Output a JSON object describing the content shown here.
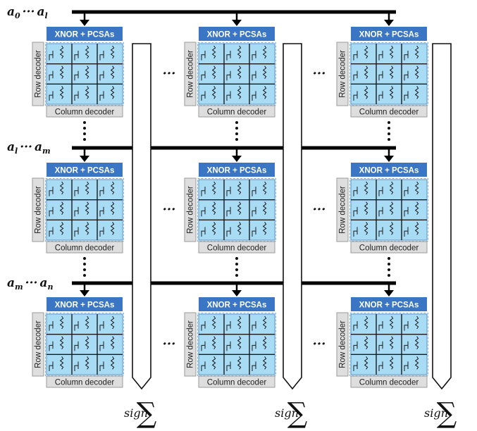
{
  "block": {
    "top_label": "XNOR + PCSAs",
    "row_label": "Row decoder",
    "col_label": "Column decoder"
  },
  "inputs": [
    {
      "a": "a",
      "as": "0",
      "b": "a",
      "bs": "l"
    },
    {
      "a": "a",
      "as": "l",
      "b": "a",
      "bs": "m"
    },
    {
      "a": "a",
      "as": "m",
      "b": "a",
      "bs": "n"
    }
  ],
  "output": {
    "sign": "sign",
    "sum": "∑"
  },
  "ellipsis": "···",
  "colors": {
    "header": "#3a76c3",
    "array_fill": "#a8dcf5",
    "array_border": "#5a8fc0",
    "decoder_fill": "#dedede",
    "decoder_border": "#9a9a9a",
    "bus": "#000000"
  }
}
